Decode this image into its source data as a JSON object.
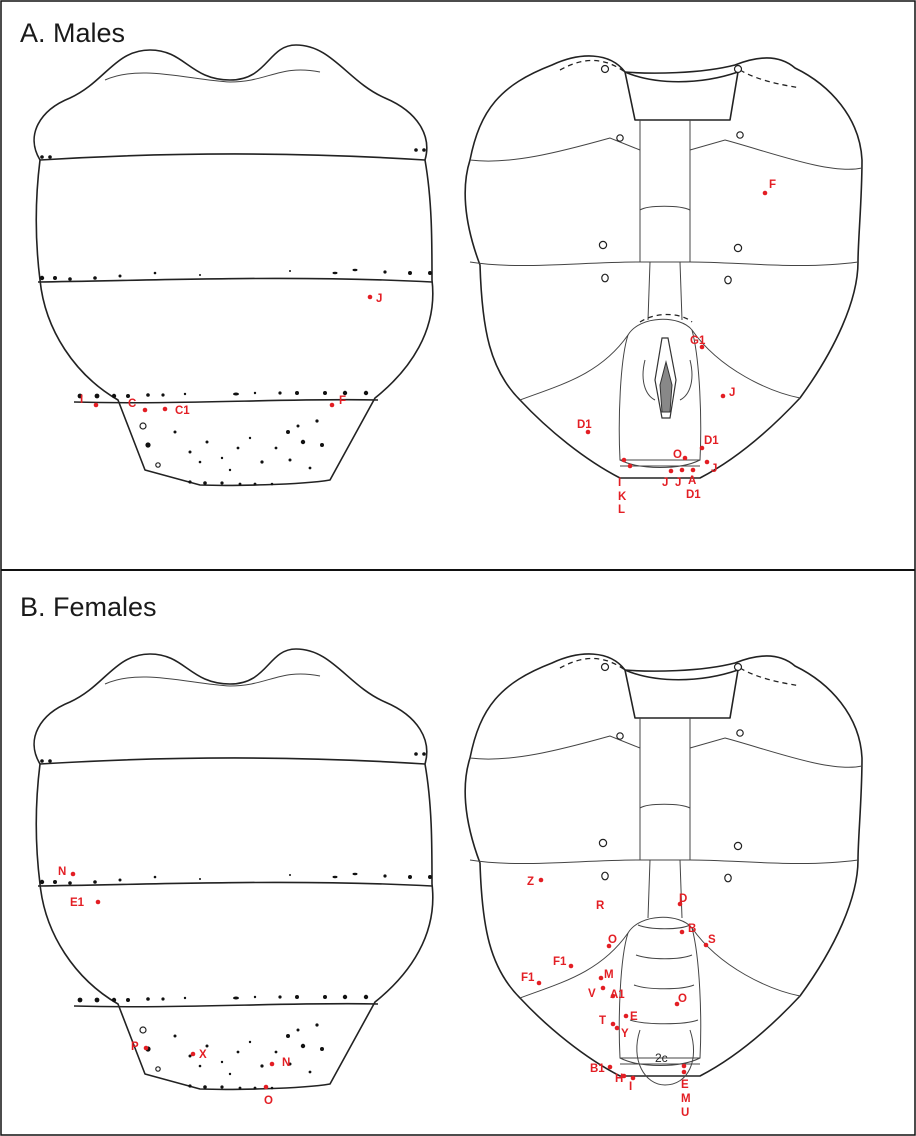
{
  "panels": [
    {
      "title": "A. Males"
    },
    {
      "title": "B. Females"
    }
  ],
  "colors": {
    "marker": "#e31e24",
    "outline": "#222222",
    "background": "#ffffff"
  },
  "males": {
    "dorsal_labels": [
      "J",
      "I",
      "C",
      "C1",
      "F"
    ],
    "ventral_labels": [
      "F",
      "G1",
      "J",
      "D1",
      "O",
      "D1",
      "I",
      "K",
      "L",
      "J",
      "J",
      "A",
      "J",
      "D1"
    ]
  },
  "females": {
    "dorsal_labels": [
      "N",
      "E1",
      "P",
      "X",
      "N",
      "O"
    ],
    "ventral_labels": [
      "Z",
      "R",
      "D",
      "B",
      "S",
      "O",
      "F1",
      "F1",
      "M",
      "V",
      "A1",
      "O",
      "E",
      "T",
      "Y",
      "B1",
      "H",
      "I",
      "E",
      "M",
      "U"
    ]
  }
}
